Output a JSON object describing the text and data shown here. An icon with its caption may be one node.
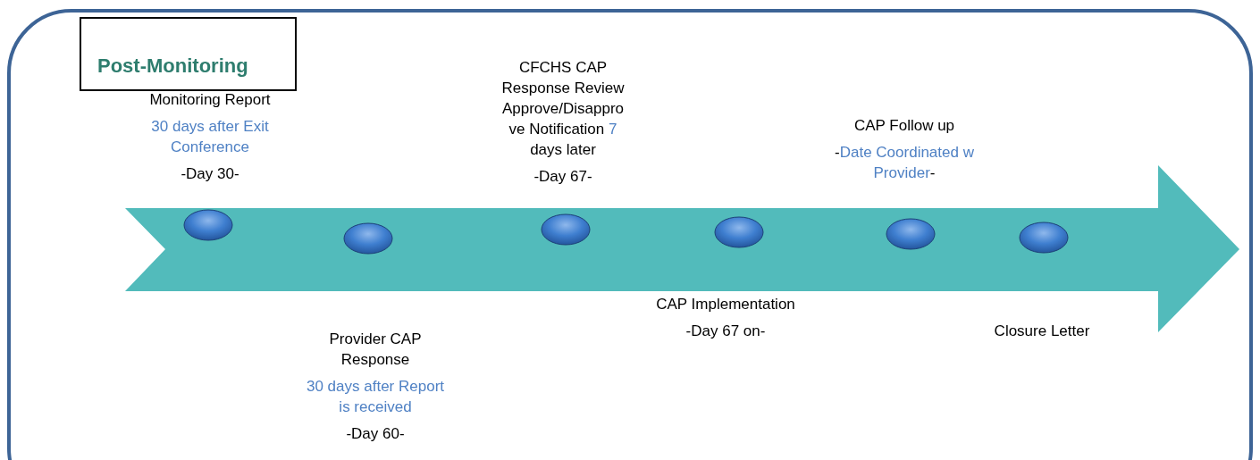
{
  "diagram": {
    "nodes": [
      {
        "text": [
          "Post-Monitoring"
        ]
      }
    ],
    "labels": [
      "Monitoring Report",
      "30 days after Exit Conference",
      "-Day 30-",
      "Provider CAP Response",
      "30 days after Report is received",
      "-Day 60-",
      "CFCHS CAP Response Review Approve/Disappro ve Notification",
      "7",
      "days later",
      "-Day 67-",
      "CAP Follow up",
      "-",
      "Date Coordinated w Provider",
      "-",
      "CAP Implementation",
      "-Day 67 on-",
      "Closure Letter"
    ]
  }
}
